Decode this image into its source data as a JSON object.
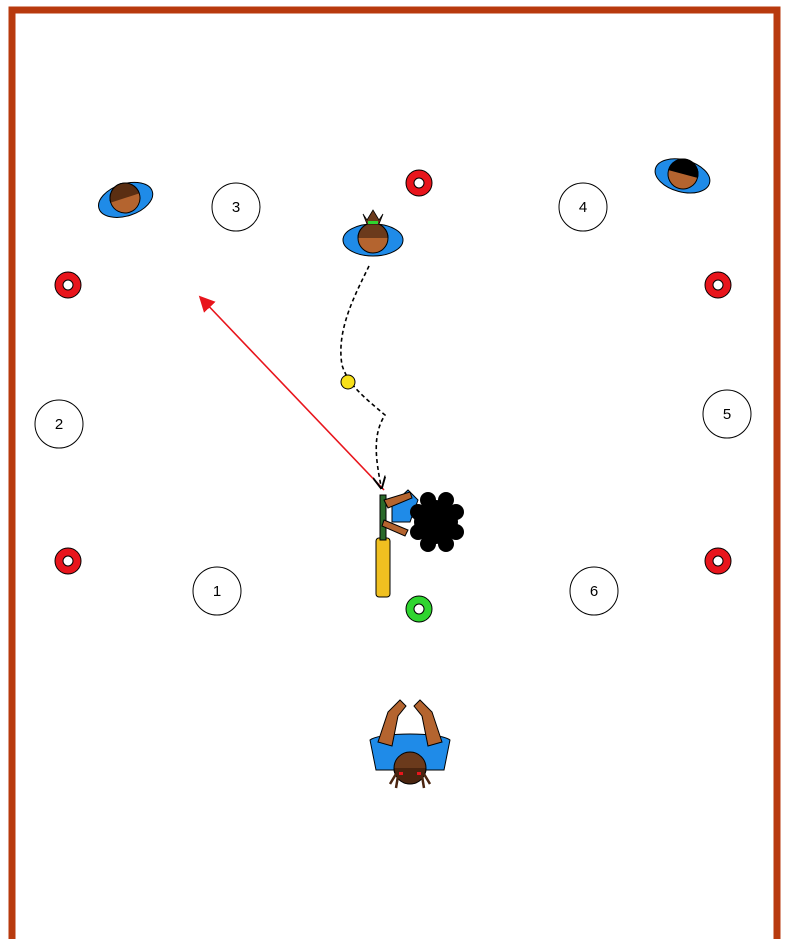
{
  "colors": {
    "boundary": "#b83a0e",
    "cone": "#e8151c",
    "start_cone": "#2fd52f",
    "shirt": "#1f8be8",
    "skin": "#b4642f",
    "dark_skin": "#6b3a1c",
    "hair": "#000000",
    "bat": "#f0c020",
    "ball": "#f7e01a",
    "hit_arrow": "#e8151c"
  },
  "zones": [
    {
      "label": "1"
    },
    {
      "label": "2"
    },
    {
      "label": "3"
    },
    {
      "label": "4"
    },
    {
      "label": "5"
    },
    {
      "label": "6"
    }
  ],
  "players": [
    {
      "role": "fielder",
      "icon": "fielder-icon"
    },
    {
      "role": "fielder",
      "icon": "fielder-icon"
    },
    {
      "role": "bowler",
      "icon": "bowler-icon"
    },
    {
      "role": "batter",
      "icon": "batter-icon"
    },
    {
      "role": "wicket-keeper",
      "icon": "wicket-keeper-icon"
    }
  ]
}
